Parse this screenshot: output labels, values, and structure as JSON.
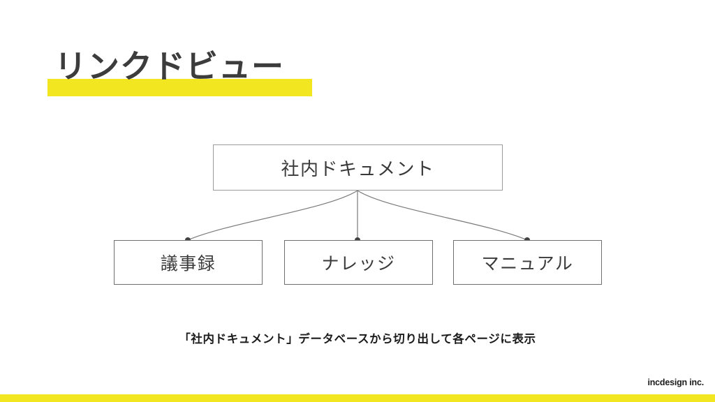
{
  "slide": {
    "background_color": "#FFFFFF",
    "accent_color": "#F2E621",
    "text_color": "#3C3C3C",
    "title": "リンクドビュー"
  },
  "diagram": {
    "type": "tree",
    "root": {
      "label": "社内ドキュメント",
      "border_color": "#9B9B9B"
    },
    "children": [
      {
        "label": "議事録",
        "border_color": "#6F6F6F"
      },
      {
        "label": "ナレッジ",
        "border_color": "#6F6F6F"
      },
      {
        "label": "マニュアル",
        "border_color": "#6F6F6F"
      }
    ],
    "connector_color": "#7A7A7A",
    "connector_dot_color": "#444444"
  },
  "caption": {
    "text": "「社内ドキュメント」データベースから切り出して各ページに表示"
  },
  "footer": {
    "logo": "incdesign inc.",
    "bar_color": "#F2E621"
  }
}
